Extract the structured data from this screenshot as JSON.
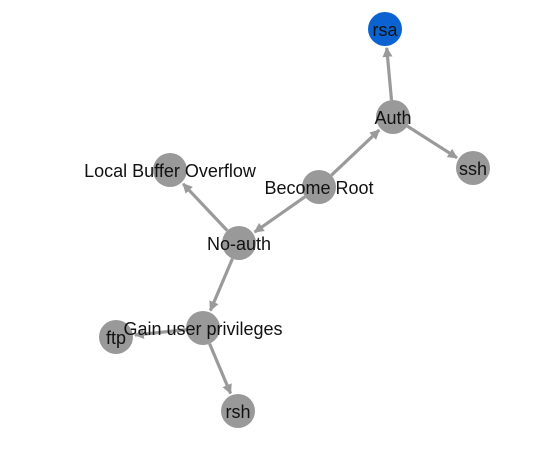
{
  "graph": {
    "colors": {
      "node": "#999999",
      "selected_node": "#0b63d1",
      "edge": "#9a9a9a",
      "label": "#111111",
      "background": "#ffffff"
    },
    "nodes": [
      {
        "id": "rsa",
        "label": "rsa",
        "selected": true
      },
      {
        "id": "auth",
        "label": "Auth",
        "selected": false
      },
      {
        "id": "ssh",
        "label": "ssh",
        "selected": false
      },
      {
        "id": "become_root",
        "label": "Become Root",
        "selected": false
      },
      {
        "id": "local_buffer_overflow",
        "label": "Local Buffer Overflow",
        "selected": false
      },
      {
        "id": "no_auth",
        "label": "No-auth",
        "selected": false
      },
      {
        "id": "gain_user_privileges",
        "label": "Gain user privileges",
        "selected": false
      },
      {
        "id": "ftp",
        "label": "ftp",
        "selected": false
      },
      {
        "id": "rsh",
        "label": "rsh",
        "selected": false
      }
    ],
    "edges": [
      {
        "from": "auth",
        "to": "rsa"
      },
      {
        "from": "auth",
        "to": "ssh"
      },
      {
        "from": "become_root",
        "to": "auth"
      },
      {
        "from": "become_root",
        "to": "no_auth"
      },
      {
        "from": "no_auth",
        "to": "local_buffer_overflow"
      },
      {
        "from": "no_auth",
        "to": "gain_user_privileges"
      },
      {
        "from": "gain_user_privileges",
        "to": "ftp"
      },
      {
        "from": "gain_user_privileges",
        "to": "rsh"
      }
    ]
  }
}
